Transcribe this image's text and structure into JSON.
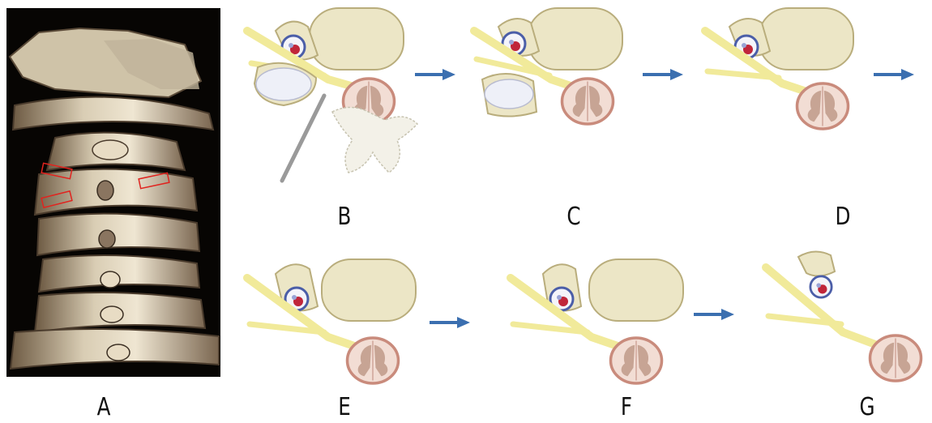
{
  "panels": {
    "a": {
      "label": "A"
    },
    "b": {
      "label": "B"
    },
    "c": {
      "label": "C"
    },
    "d": {
      "label": "D"
    },
    "e": {
      "label": "E"
    },
    "f": {
      "label": "F"
    },
    "g": {
      "label": "G"
    }
  },
  "colors": {
    "bone": "#ece6c6",
    "bone_edge": "#b9ad7c",
    "nerve": "#f1ea9a",
    "nerve_edge": "#c9bd5e",
    "cord_ring": "#c98b7c",
    "cord_fill": "#f2ddd4",
    "grey_matter": "#c7a494",
    "cyst": "#eef0f8",
    "instrument": "#9a9a9a",
    "arrow": "#3b6fb0",
    "highlight_box": "#e0241f"
  }
}
